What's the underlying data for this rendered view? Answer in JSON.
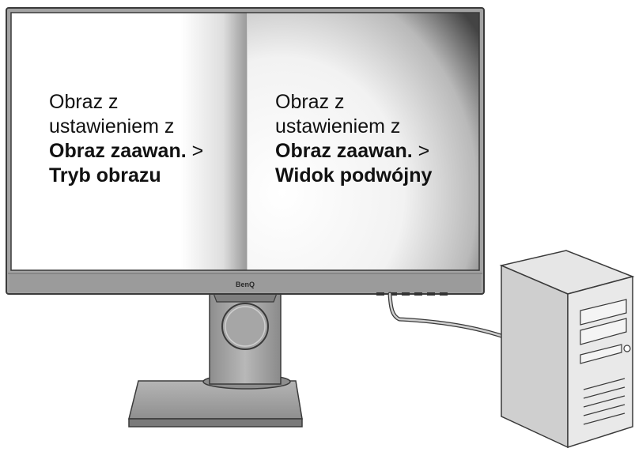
{
  "monitor": {
    "brand": "BenQ"
  },
  "left_pane": {
    "line1": "Obraz z",
    "line2": "ustawieniem z",
    "menu": "Obraz zaawan.",
    "separator": " >",
    "item": "Tryb obrazu"
  },
  "right_pane": {
    "line1": "Obraz z",
    "line2": "ustawieniem z",
    "menu": "Obraz zaawan.",
    "separator": " >",
    "item": "Widok podwójny"
  },
  "colors": {
    "bezel": "#9a9a9a",
    "outline": "#3a3a3a",
    "pc_case": "#dcdcdc"
  }
}
